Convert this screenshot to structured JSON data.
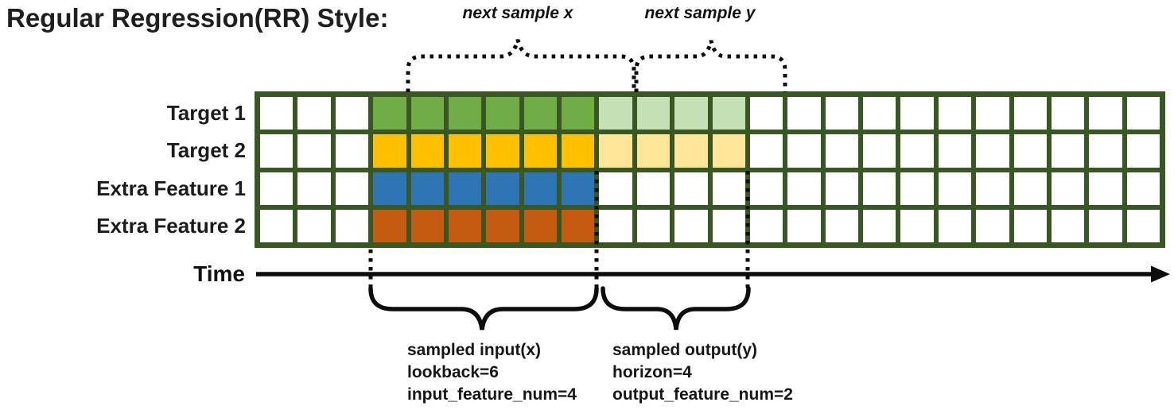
{
  "title": "Regular Regression(RR) Style:",
  "colors": {
    "grid_border": "#385723",
    "white_cell": "#ffffff",
    "stroke": "#0d0d0d"
  },
  "grid": {
    "columns": 24,
    "pre_cols": 3,
    "lookback": 6,
    "horizon": 4,
    "rows": [
      {
        "label": "Target 1",
        "color": "#70AD47",
        "light": "#C5E0B4"
      },
      {
        "label": "Target 2",
        "color": "#FFC000",
        "light": "#FFE699"
      },
      {
        "label": "Extra Feature 1",
        "color": "#2E75B6",
        "light": null
      },
      {
        "label": "Extra Feature 2",
        "color": "#C55A11",
        "light": null
      }
    ]
  },
  "annotations": {
    "next_sample_x": "next sample x",
    "next_sample_y": "next sample y",
    "time_label": "Time",
    "input_lines": [
      "sampled input(x)",
      "lookback=6",
      "input_feature_num=4"
    ],
    "output_lines": [
      "sampled output(y)",
      "horizon=4",
      "output_feature_num=2"
    ]
  }
}
